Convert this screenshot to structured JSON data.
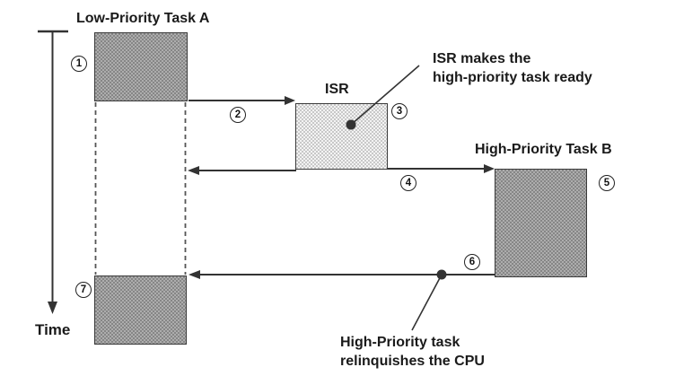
{
  "diagram": {
    "task_a_title": "Low-Priority Task A",
    "task_b_title": "High-Priority Task B",
    "isr_title": "ISR",
    "time_axis_label": "Time",
    "markers": {
      "m1": "1",
      "m2": "2",
      "m3": "3",
      "m4": "4",
      "m5": "5",
      "m6": "6",
      "m7": "7"
    },
    "annotations": {
      "isr_ready_line1": "ISR makes the",
      "isr_ready_line2": "high-priority task ready",
      "cpu_release_line1": "High-Priority task",
      "cpu_release_line2": "relinquishes the CPU"
    },
    "colors": {
      "task_fill": "#adadad",
      "task_texture": "#868686",
      "isr_fill": "#f3f3f3",
      "isr_texture": "#c8c8c8",
      "line": "#333333",
      "dash": "#555555",
      "border": "#3a3a3a"
    }
  }
}
